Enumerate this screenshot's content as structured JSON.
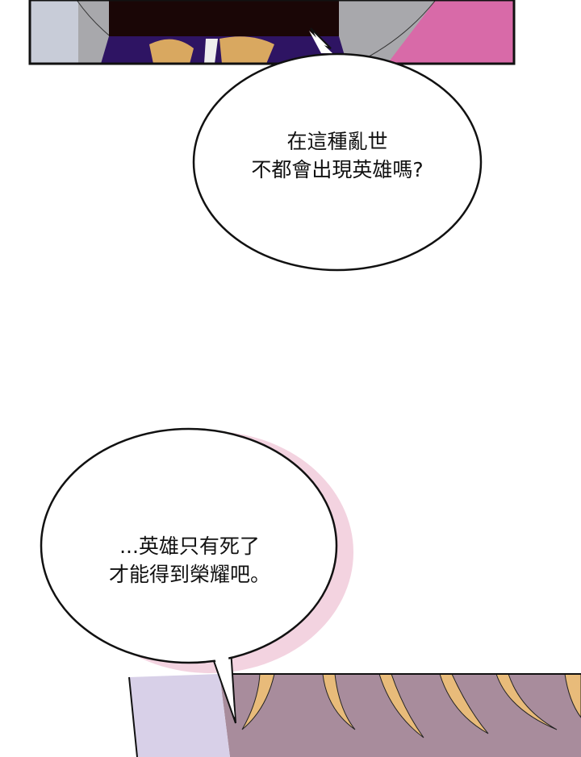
{
  "bubbles": [
    {
      "lines": [
        "在這種亂世",
        "不都會出現英雄嗎?"
      ]
    },
    {
      "lines": [
        "...英雄只有死了",
        "才能得到榮耀吧。"
      ]
    }
  ],
  "colors": {
    "robe": "#2e1463",
    "embroidery": "#d9a860",
    "pink": "#d96aae",
    "shadow": "#f0c8d8",
    "skin": "#a88c9c",
    "hair": "#e8bb7a"
  }
}
